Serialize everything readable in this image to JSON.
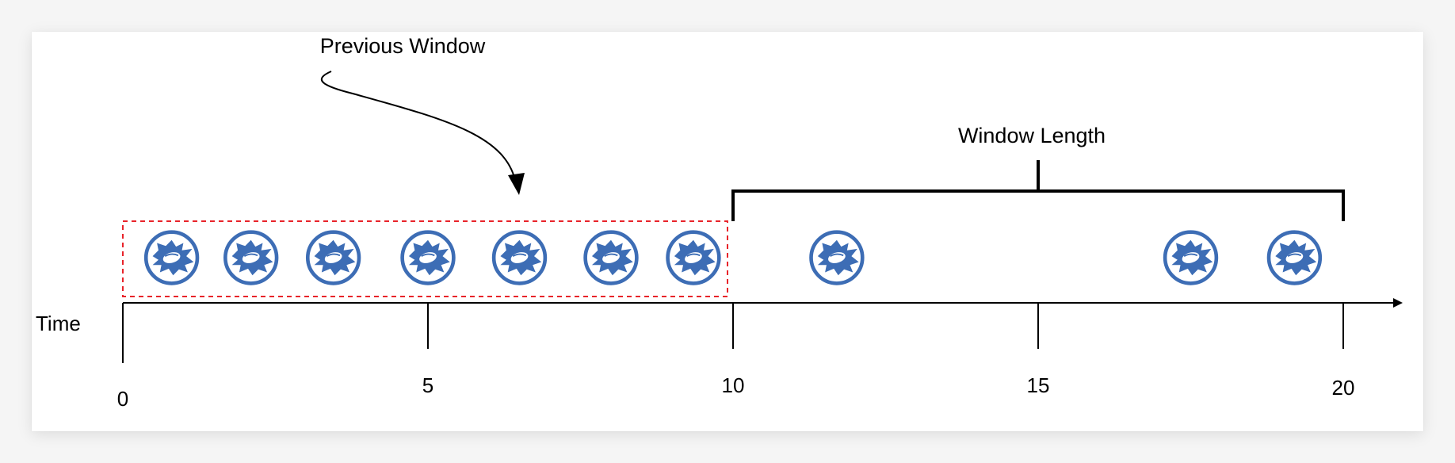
{
  "axis": {
    "label": "Time",
    "ticks": [
      0,
      5,
      10,
      15,
      20
    ]
  },
  "previous_window": {
    "label": "Previous Window",
    "range": [
      0,
      10
    ],
    "border_color": "#e8232a"
  },
  "window_length": {
    "label": "Window Length",
    "range": [
      10,
      20
    ]
  },
  "events": {
    "icon": "burst-event-icon",
    "color": "#3d6db5",
    "times": [
      0.8,
      2.1,
      3.45,
      5.0,
      6.5,
      8.0,
      9.35,
      11.7,
      17.5,
      19.2
    ]
  }
}
